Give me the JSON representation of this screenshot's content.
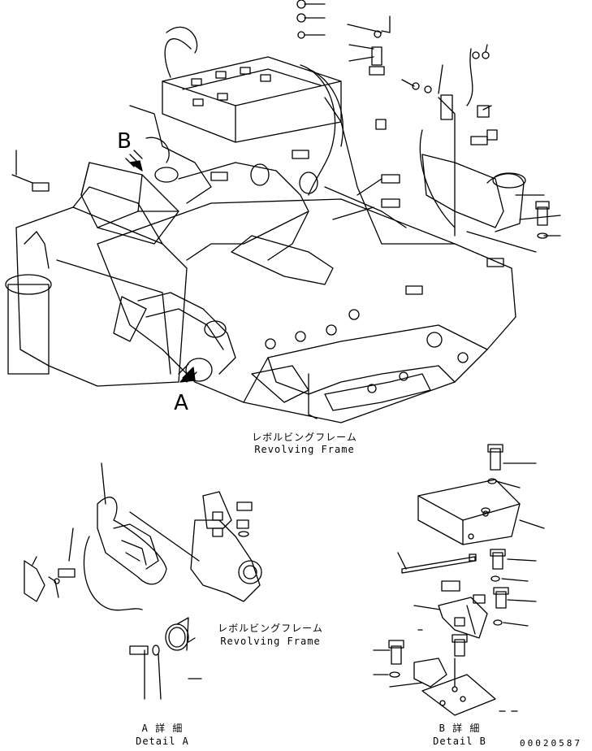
{
  "labels": {
    "main_jp": "レボルビングフレーム",
    "main_en": "Revolving Frame",
    "detail_a_jp": "レボルビングフレーム",
    "detail_a_en": "Revolving Frame",
    "arrow_a": "A",
    "arrow_b": "B",
    "detail_a_title_jp": "A 詳 細",
    "detail_a_title_en": "Detail A",
    "detail_b_title_jp": "B 詳 細",
    "detail_b_title_en": "Detail B",
    "drawing_code": "00020587"
  }
}
